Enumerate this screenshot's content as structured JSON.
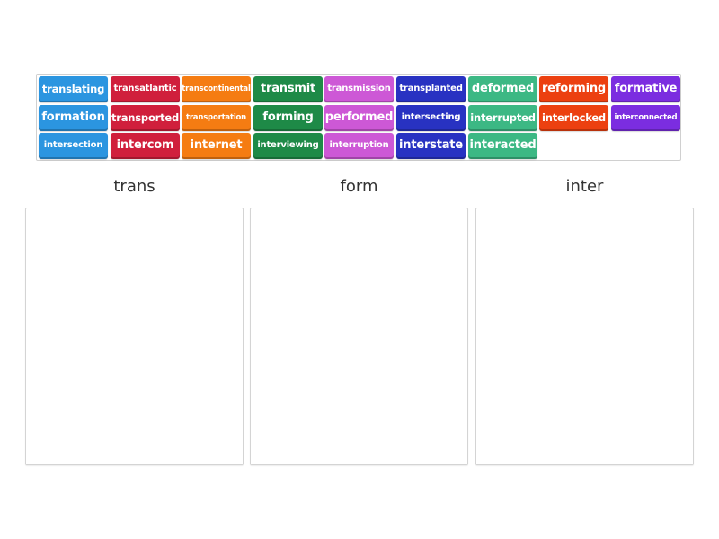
{
  "activity": {
    "type": "group-sort",
    "pool": {
      "tiles": [
        {
          "word": "translating",
          "color": "#2b95e0",
          "row": 0,
          "col": 0,
          "size": "m"
        },
        {
          "word": "transatlantic",
          "color": "#d01f3c",
          "row": 0,
          "col": 1,
          "size": "s"
        },
        {
          "word": "transcontinental",
          "color": "#f57c12",
          "row": 0,
          "col": 2,
          "size": "xs"
        },
        {
          "word": "transmit",
          "color": "#1e8a47",
          "row": 0,
          "col": 3,
          "size": "l"
        },
        {
          "word": "transmission",
          "color": "#cd58d6",
          "row": 0,
          "col": 4,
          "size": "s"
        },
        {
          "word": "transplanted",
          "color": "#2832c2",
          "row": 0,
          "col": 5,
          "size": "s"
        },
        {
          "word": "deformed",
          "color": "#3cb884",
          "row": 0,
          "col": 6,
          "size": "l"
        },
        {
          "word": "reforming",
          "color": "#ec4010",
          "row": 0,
          "col": 7,
          "size": "l"
        },
        {
          "word": "formative",
          "color": "#7b2de0",
          "row": 0,
          "col": 8,
          "size": "l"
        },
        {
          "word": "formation",
          "color": "#2b95e0",
          "row": 1,
          "col": 0,
          "size": "l"
        },
        {
          "word": "transported",
          "color": "#d01f3c",
          "row": 1,
          "col": 1,
          "size": "m"
        },
        {
          "word": "transportation",
          "color": "#f57c12",
          "row": 1,
          "col": 2,
          "size": "xs"
        },
        {
          "word": "forming",
          "color": "#1e8a47",
          "row": 1,
          "col": 3,
          "size": "l"
        },
        {
          "word": "performed",
          "color": "#cd58d6",
          "row": 1,
          "col": 4,
          "size": "l"
        },
        {
          "word": "intersecting",
          "color": "#2832c2",
          "row": 1,
          "col": 5,
          "size": "s"
        },
        {
          "word": "interrupted",
          "color": "#3cb884",
          "row": 1,
          "col": 6,
          "size": "m"
        },
        {
          "word": "interlocked",
          "color": "#ec4010",
          "row": 1,
          "col": 7,
          "size": "m"
        },
        {
          "word": "interconnected",
          "color": "#7b2de0",
          "row": 1,
          "col": 8,
          "size": "xs"
        },
        {
          "word": "intersection",
          "color": "#2b95e0",
          "row": 2,
          "col": 0,
          "size": "s"
        },
        {
          "word": "intercom",
          "color": "#d01f3c",
          "row": 2,
          "col": 1,
          "size": "l"
        },
        {
          "word": "internet",
          "color": "#f57c12",
          "row": 2,
          "col": 2,
          "size": "l"
        },
        {
          "word": "interviewing",
          "color": "#1e8a47",
          "row": 2,
          "col": 3,
          "size": "s"
        },
        {
          "word": "interruption",
          "color": "#cd58d6",
          "row": 2,
          "col": 4,
          "size": "s"
        },
        {
          "word": "interstate",
          "color": "#2832c2",
          "row": 2,
          "col": 5,
          "size": "l"
        },
        {
          "word": "interacted",
          "color": "#3cb884",
          "row": 2,
          "col": 6,
          "size": "l"
        }
      ]
    },
    "groups": [
      {
        "label": "trans",
        "items": []
      },
      {
        "label": "form",
        "items": []
      },
      {
        "label": "inter",
        "items": []
      }
    ]
  }
}
